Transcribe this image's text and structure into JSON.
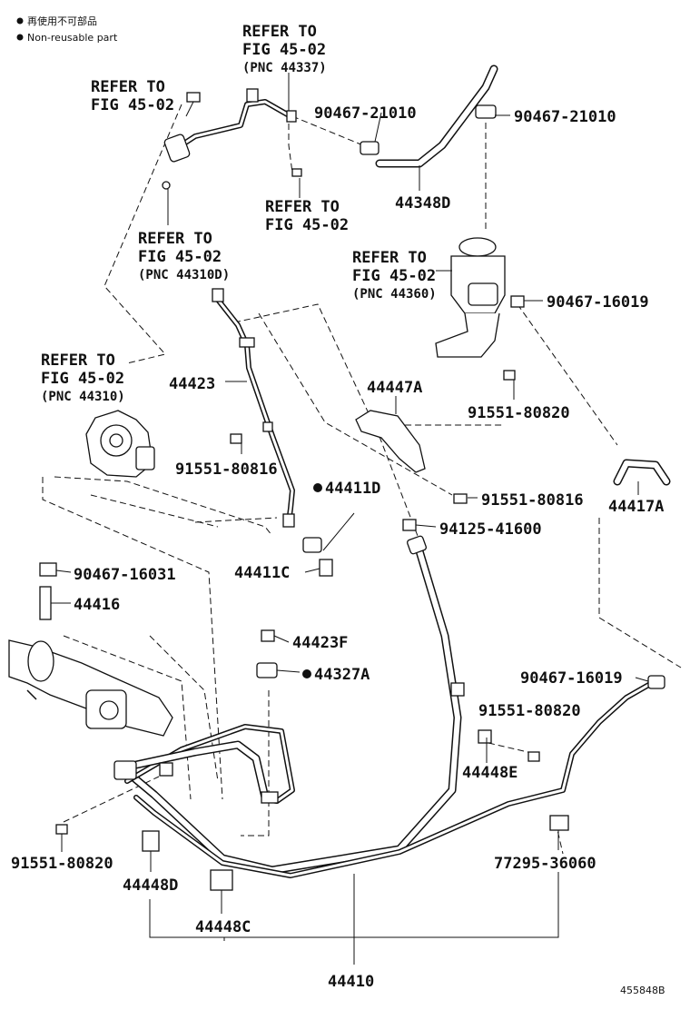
{
  "legend": {
    "line1": "再使用不可部品",
    "line2": "Non-reusable part"
  },
  "refs": {
    "r1": {
      "l1": "REFER TO",
      "l2": "FIG 45-02",
      "l3": "(PNC 44337)"
    },
    "r2": {
      "l1": "REFER TO",
      "l2": "FIG 45-02"
    },
    "r3": {
      "l1": "REFER TO",
      "l2": "FIG 45-02"
    },
    "r4": {
      "l1": "REFER TO",
      "l2": "FIG 45-02",
      "l3": "(PNC 44310D)"
    },
    "r5": {
      "l1": "REFER TO",
      "l2": "FIG 45-02",
      "l3": "(PNC 44360)"
    },
    "r6": {
      "l1": "REFER TO",
      "l2": "FIG 45-02",
      "l3": "(PNC 44310)"
    }
  },
  "parts": {
    "p_90467_21010_a": "90467-21010",
    "p_90467_21010_b": "90467-21010",
    "p_44348D": "44348D",
    "p_90467_16019_top": "90467-16019",
    "p_44423": "44423",
    "p_44447A": "44447A",
    "p_91551_80820_top": "91551-80820",
    "p_91551_80816_left": "91551-80816",
    "p_44411D": "44411D",
    "p_91551_80816_right": "91551-80816",
    "p_44417A": "44417A",
    "p_94125_41600": "94125-41600",
    "p_44411C": "44411C",
    "p_90467_16031": "90467-16031",
    "p_44416": "44416",
    "p_44423F": "44423F",
    "p_44327A": "44327A",
    "p_90467_16019_bot": "90467-16019",
    "p_91551_80820_mid": "91551-80820",
    "p_44448E": "44448E",
    "p_91551_80820_left": "91551-80820",
    "p_44448D": "44448D",
    "p_77295_36060": "77295-36060",
    "p_44448C": "44448C",
    "p_44410": "44410"
  },
  "diagram_id": "455848B"
}
